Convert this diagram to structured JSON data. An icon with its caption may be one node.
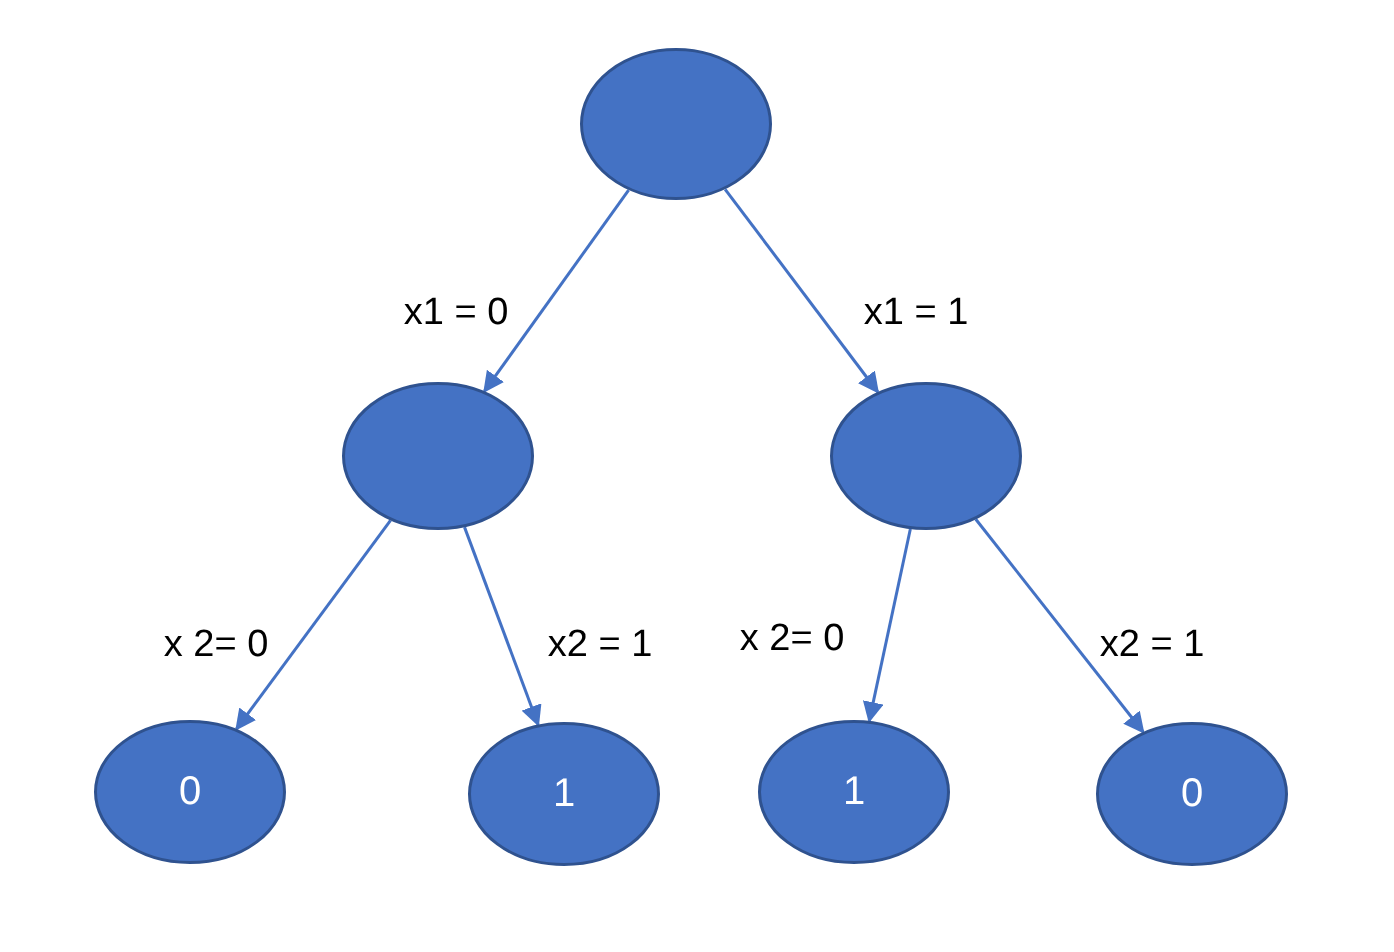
{
  "diagram": {
    "nodes": [
      {
        "text": [],
        "shape": "ellipse"
      },
      {
        "text": [],
        "shape": "ellipse"
      },
      {
        "text": [],
        "shape": "ellipse"
      },
      {
        "text": [
          "0"
        ]
      },
      {
        "text": [
          "1"
        ]
      },
      {
        "text": [
          "1"
        ]
      },
      {
        "text": [
          "0"
        ]
      }
    ],
    "edges": [
      {
        "from": 0,
        "to": 1,
        "arrow": "to",
        "label": "x1 = 0"
      },
      {
        "from": 0,
        "to": 2,
        "arrow": "to",
        "label": "x1 = 1"
      },
      {
        "from": 1,
        "to": 3,
        "arrow": "to",
        "label": "x 2= 0"
      },
      {
        "from": 1,
        "to": 4,
        "arrow": "to",
        "label": "x2 = 1"
      },
      {
        "from": 2,
        "to": 5,
        "arrow": "to",
        "label": "x 2= 0"
      },
      {
        "from": 2,
        "to": 6,
        "arrow": "to",
        "label": "x2 = 1"
      }
    ]
  }
}
